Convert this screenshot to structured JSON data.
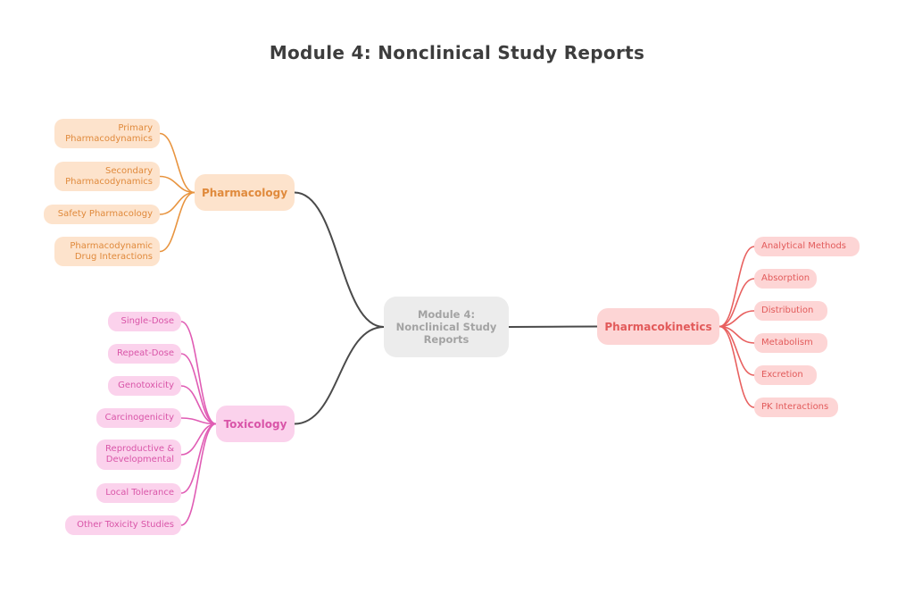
{
  "title": "Module 4: Nonclinical Study Reports",
  "colors": {
    "pharmacology": "#e8943f",
    "toxicology": "#e05cb4",
    "pharmacokinetics": "#e8605f",
    "root_edge": "#4a4a4a"
  },
  "root": {
    "label": "Module 4:\nNonclinical Study\nReports"
  },
  "branches": {
    "pharmacology": {
      "label": "Pharmacology",
      "children": [
        "Primary\nPharmacodynamics",
        "Secondary\nPharmacodynamics",
        "Safety Pharmacology",
        "Pharmacodynamic\nDrug Interactions"
      ]
    },
    "toxicology": {
      "label": "Toxicology",
      "children": [
        "Single-Dose",
        "Repeat-Dose",
        "Genotoxicity",
        "Carcinogenicity",
        "Reproductive &\nDevelopmental",
        "Local Tolerance",
        "Other Toxicity Studies"
      ]
    },
    "pharmacokinetics": {
      "label": "Pharmacokinetics",
      "children": [
        "Analytical Methods",
        "Absorption",
        "Distribution",
        "Metabolism",
        "Excretion",
        "PK Interactions"
      ]
    }
  }
}
